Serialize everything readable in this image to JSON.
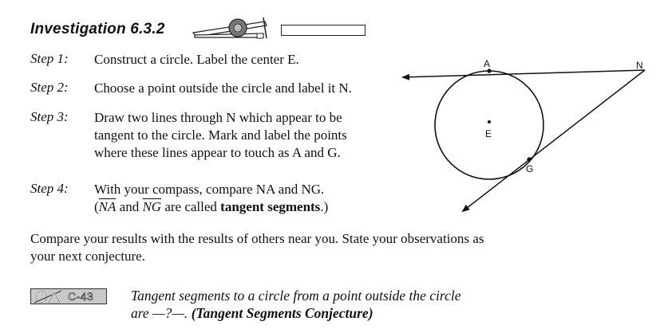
{
  "investigation": {
    "heading": "Investigation 6.3.2"
  },
  "steps": [
    {
      "label": "Step 1:",
      "lines": [
        "Construct a circle. Label the center E."
      ]
    },
    {
      "label": "Step 2:",
      "lines": [
        "Choose a point outside the circle and label it N."
      ]
    },
    {
      "label": "Step 3:",
      "lines": [
        "Draw two lines through N which appear to be",
        "tangent to the circle. Mark and label the points",
        "where these lines appear to touch as A and G."
      ]
    },
    {
      "label": "Step 4:",
      "lines": [
        "With your compass, compare NA and NG.",
        "(NA and NG are called tangent segments.)"
      ]
    }
  ],
  "step4": {
    "segment_a": "NA",
    "segment_g": "NG",
    "open": "(",
    "and": " and ",
    "close_pre": " are called ",
    "bold": "tangent segments",
    "close": ".)"
  },
  "instructions": {
    "line1": "Compare your results with the results of others near you.  State your observations as",
    "line2": "your next conjecture."
  },
  "conjecture": {
    "id": "C-43",
    "line1": "Tangent segments to a circle from a point outside the circle",
    "line2_pre": "are —?—. ",
    "line2_bold": "(Tangent Segments Conjecture)"
  },
  "diagram": {
    "labels": {
      "A": "A",
      "N": "N",
      "E": "E",
      "G": "G"
    }
  }
}
